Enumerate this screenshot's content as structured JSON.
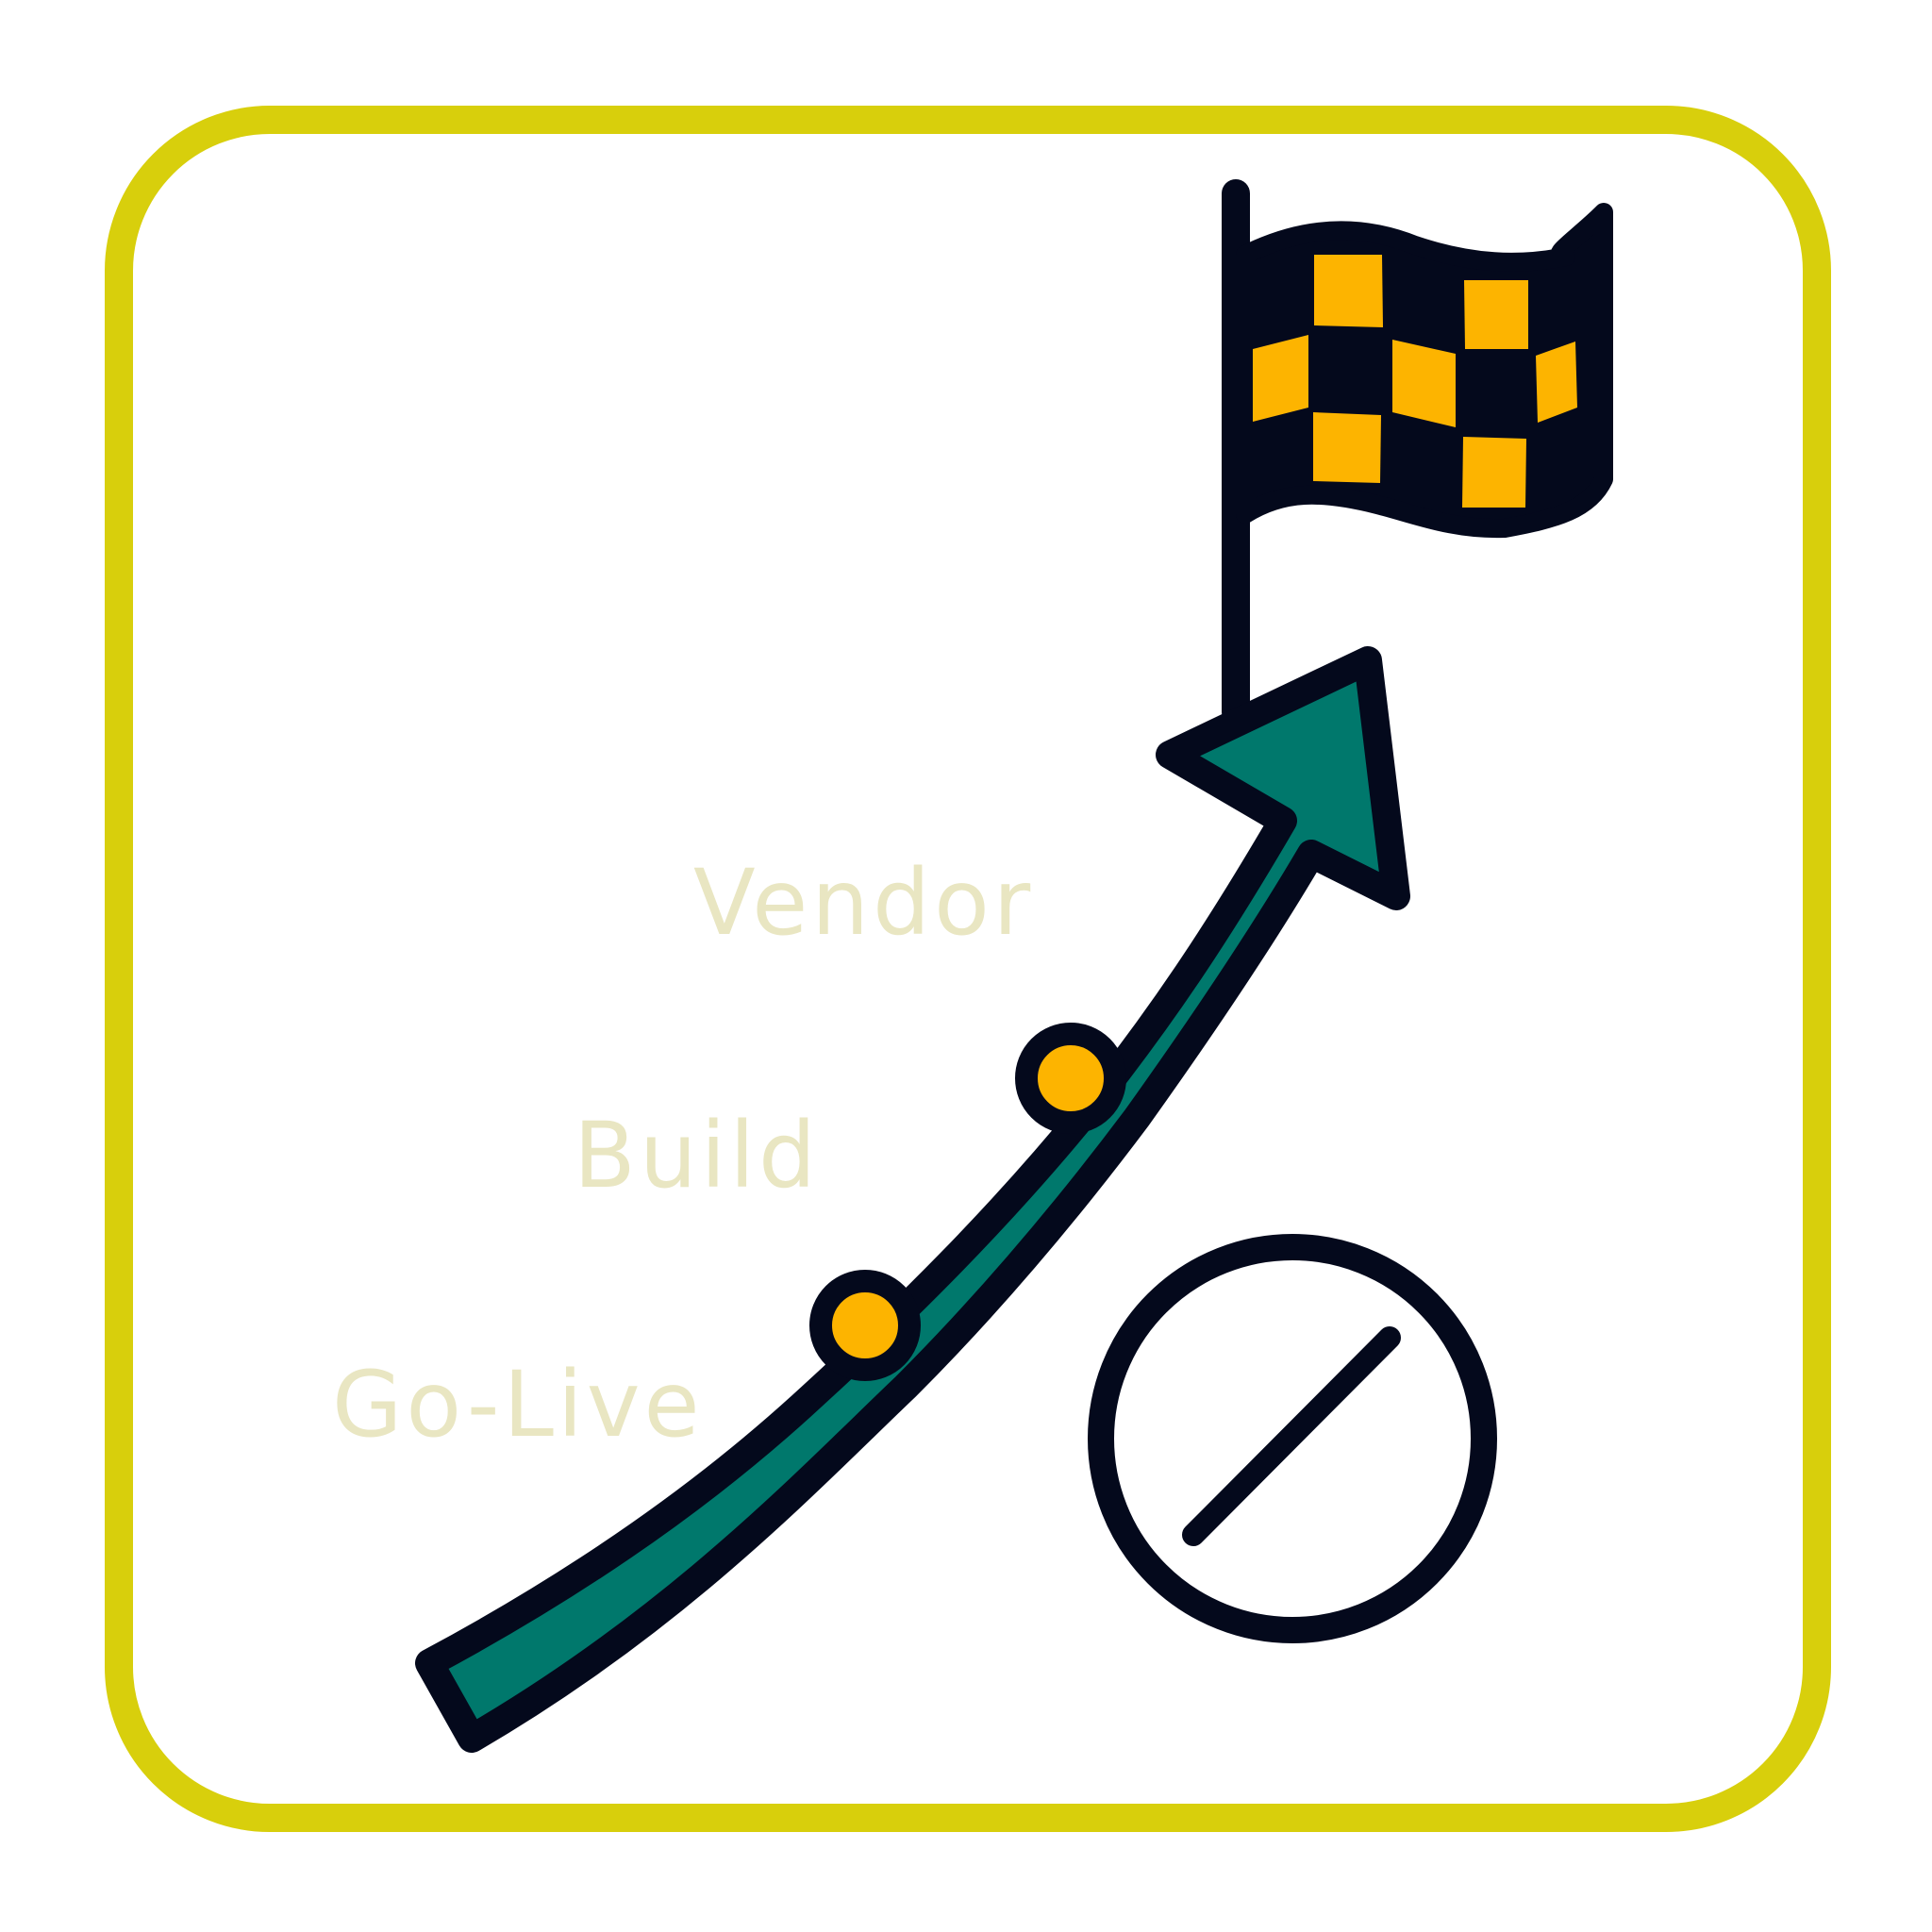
{
  "stages": [
    {
      "label": "Vendor"
    },
    {
      "label": "Build"
    },
    {
      "label": "Go-Live"
    }
  ],
  "icons": {
    "flag": "checkered-flag-icon",
    "arrow": "growth-arrow-icon",
    "milestones": "milestone-dot-icon",
    "blocked": "prohibited-icon"
  },
  "colors": {
    "frame": "#D8CF0C",
    "arrow_fill": "#00786C",
    "outline": "#04091C",
    "accent": "#FDB400",
    "label": "#E9E6C2",
    "background": "#FFFFFF"
  }
}
